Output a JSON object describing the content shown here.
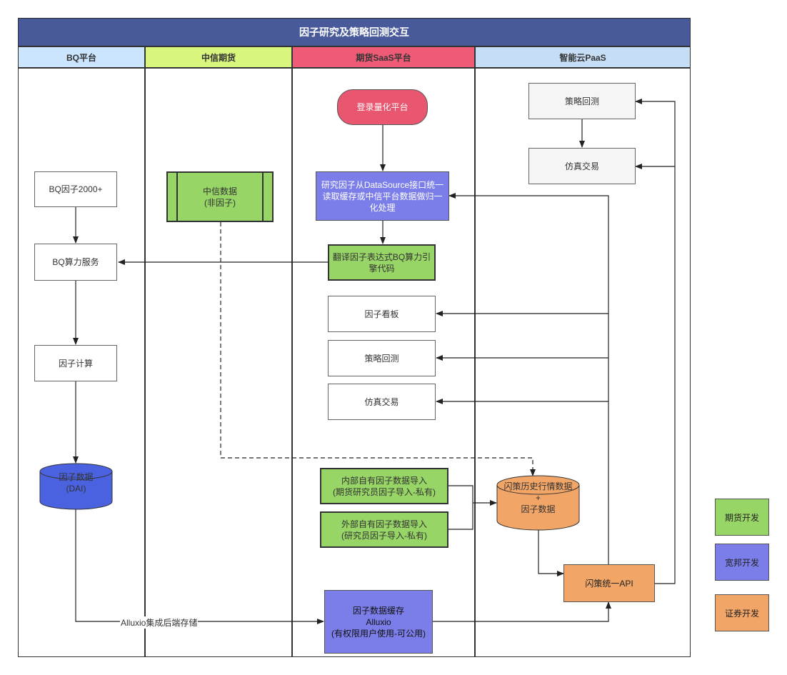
{
  "title": "因子研究及策略回测交互",
  "lanes": [
    {
      "label": "BQ平台",
      "color": "#cce5ff"
    },
    {
      "label": "中信期货",
      "color": "#d8f57d"
    },
    {
      "label": "期货SaaS平台",
      "color": "#ee5b76"
    },
    {
      "label": "智能云PaaS",
      "color": "#c6def5"
    }
  ],
  "nodes": {
    "bq_factor": "BQ因子2000+",
    "bq_compute": "BQ算力服务",
    "factor_calc": "因子计算",
    "factor_db": "因子数据\n(DAI)",
    "citic_data": "中信数据\n(非因子)",
    "login": "登录量化平台",
    "research": "研究因子从DataSource接口统一读取缓存或中信平台数据做归一化处理",
    "translate": "翻译因子表达式BQ算力引擎代码",
    "dashboard": "因子看板",
    "backtest_saas": "策略回测",
    "simtrade_saas": "仿真交易",
    "internal_import": "内部自有因子数据导入\n(期货研究员因子导入-私有)",
    "external_import": "外部自有因子数据导入\n(研究员因子导入-私有)",
    "cache": "因子数据缓存\nAlluxio\n(有权限用户使用-可公用)",
    "backtest_paas": "策略回测",
    "simtrade_paas": "仿真交易",
    "history_db": "闪策历史行情数据\n+\n因子数据",
    "api": "闪策统一API"
  },
  "edge_labels": {
    "alluxio": "Alluxio集成后端存储"
  },
  "legend": [
    {
      "label": "期货开发",
      "color": "#97d566"
    },
    {
      "label": "宽邦开发",
      "color": "#7b7ee8"
    },
    {
      "label": "证券开发",
      "color": "#f1a566"
    }
  ]
}
